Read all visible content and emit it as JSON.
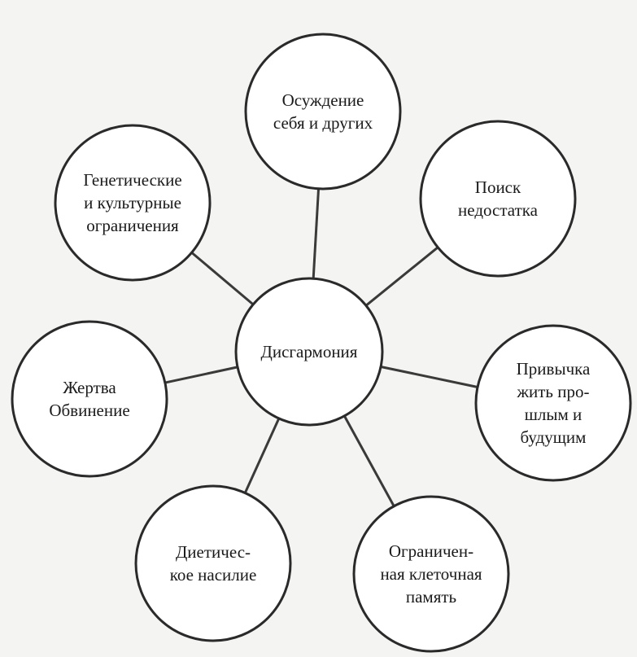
{
  "diagram": {
    "center": {
      "lines": [
        "Дисгармония"
      ]
    },
    "nodes": [
      {
        "id": "judgment",
        "lines": [
          "Осуждение",
          "себя и других"
        ]
      },
      {
        "id": "lack-search",
        "lines": [
          "Поиск",
          "недостатка"
        ]
      },
      {
        "id": "past-future-habit",
        "lines": [
          "Привычка",
          "жить про-",
          "шлым и",
          "будущим"
        ]
      },
      {
        "id": "limited-cell-memory",
        "lines": [
          "Ограничен-",
          "ная клеточная",
          "память"
        ]
      },
      {
        "id": "diet-violence",
        "lines": [
          "Диетичес-",
          "кое насилие"
        ]
      },
      {
        "id": "victim-blame",
        "lines": [
          "Жертва",
          "Обвинение"
        ]
      },
      {
        "id": "genetic-cultural",
        "lines": [
          "Генетические",
          "и культурные",
          "ограничения"
        ]
      }
    ],
    "colors": {
      "stroke": "#2a2a2a",
      "fill": "#ffffff",
      "text": "#1a1a1a",
      "background": "#f4f4f2"
    }
  }
}
